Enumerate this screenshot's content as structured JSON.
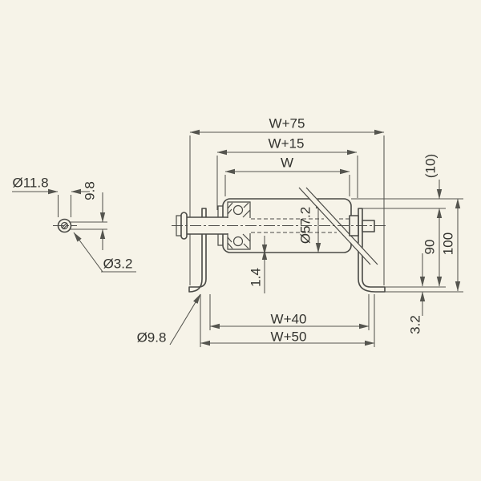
{
  "drawing": {
    "colors": {
      "background": "#f6f3e8",
      "line": "#4a4a46",
      "text": "#32322e"
    },
    "pin_detail": {
      "outer_diameter": "Ø11.8",
      "pin_offset": "9.8",
      "pin_diameter": "Ø3.2"
    },
    "main_view": {
      "dim_overall_width": "W+75",
      "dim_bearing_span": "W+15",
      "dim_roller_face": "W",
      "dim_roller_diameter": "Ø57.2",
      "dim_tube_wall": "1.4",
      "dim_roller_projection": "(10)",
      "dim_frame_inner_height": "90",
      "dim_frame_height": "100",
      "dim_flange_thickness": "3.2",
      "dim_hole_diameter": "Ø9.8",
      "dim_between_frames": "W+40",
      "dim_frame_outer_span": "W+50"
    }
  }
}
